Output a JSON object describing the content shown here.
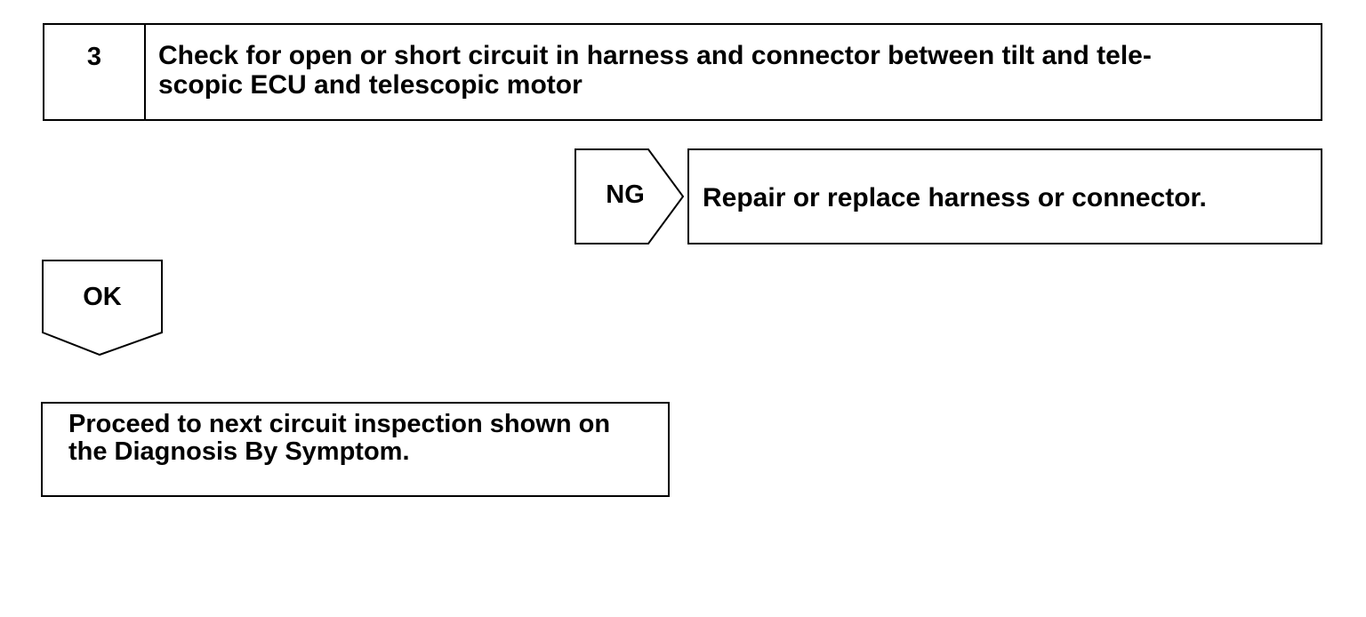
{
  "step": {
    "number": "3",
    "title": "Check for open or short circuit in harness and connector between tilt and tele-\nscopic ECU and telescopic motor"
  },
  "ng_branch": {
    "label": "NG",
    "action": "Repair or replace harness or connector."
  },
  "ok_branch": {
    "label": "OK",
    "action": "Proceed to next circuit inspection shown on\nthe Diagnosis By Symptom."
  },
  "colors": {
    "line": "#000000",
    "background": "#ffffff"
  }
}
